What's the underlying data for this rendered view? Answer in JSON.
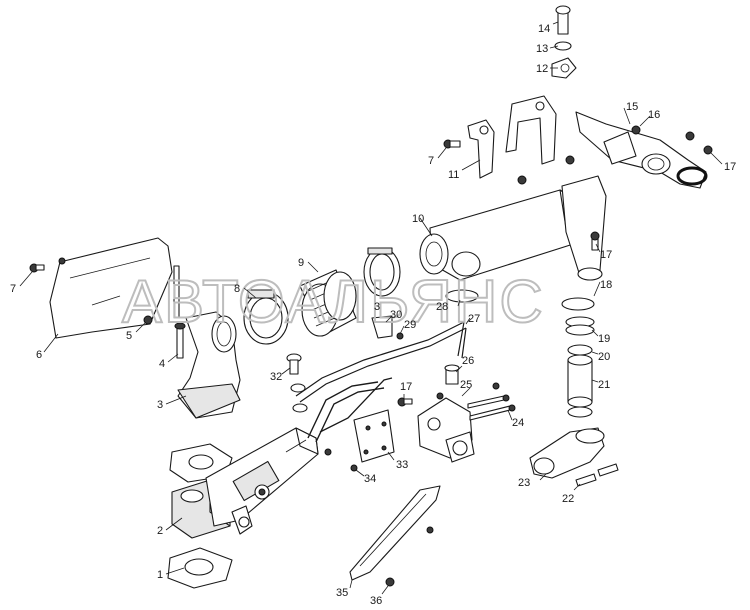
{
  "watermark": "АВТОАЛЬЯНС",
  "callouts": [
    {
      "id": "c1",
      "text": "1"
    },
    {
      "id": "c2",
      "text": "2"
    },
    {
      "id": "c3a",
      "text": "3"
    },
    {
      "id": "c3b",
      "text": "3"
    },
    {
      "id": "c4",
      "text": "4"
    },
    {
      "id": "c5",
      "text": "5"
    },
    {
      "id": "c6",
      "text": "6"
    },
    {
      "id": "c7a",
      "text": "7"
    },
    {
      "id": "c7b",
      "text": "7"
    },
    {
      "id": "c8",
      "text": "8"
    },
    {
      "id": "c9",
      "text": "9"
    },
    {
      "id": "c10",
      "text": "10"
    },
    {
      "id": "c11",
      "text": "11"
    },
    {
      "id": "c12",
      "text": "12"
    },
    {
      "id": "c13",
      "text": "13"
    },
    {
      "id": "c14",
      "text": "14"
    },
    {
      "id": "c15",
      "text": "15"
    },
    {
      "id": "c16",
      "text": "16"
    },
    {
      "id": "c17a",
      "text": "17"
    },
    {
      "id": "c17b",
      "text": "17"
    },
    {
      "id": "c17c",
      "text": "17"
    },
    {
      "id": "c18",
      "text": "18"
    },
    {
      "id": "c19",
      "text": "19"
    },
    {
      "id": "c20",
      "text": "20"
    },
    {
      "id": "c21",
      "text": "21"
    },
    {
      "id": "c22",
      "text": "22"
    },
    {
      "id": "c23",
      "text": "23"
    },
    {
      "id": "c24",
      "text": "24"
    },
    {
      "id": "c25",
      "text": "25"
    },
    {
      "id": "c26",
      "text": "26"
    },
    {
      "id": "c27",
      "text": "27"
    },
    {
      "id": "c28",
      "text": "28"
    },
    {
      "id": "c29",
      "text": "29"
    },
    {
      "id": "c30",
      "text": "30"
    },
    {
      "id": "c32",
      "text": "32"
    },
    {
      "id": "c33",
      "text": "33"
    },
    {
      "id": "c34",
      "text": "34"
    },
    {
      "id": "c35",
      "text": "35"
    },
    {
      "id": "c36",
      "text": "36"
    }
  ]
}
